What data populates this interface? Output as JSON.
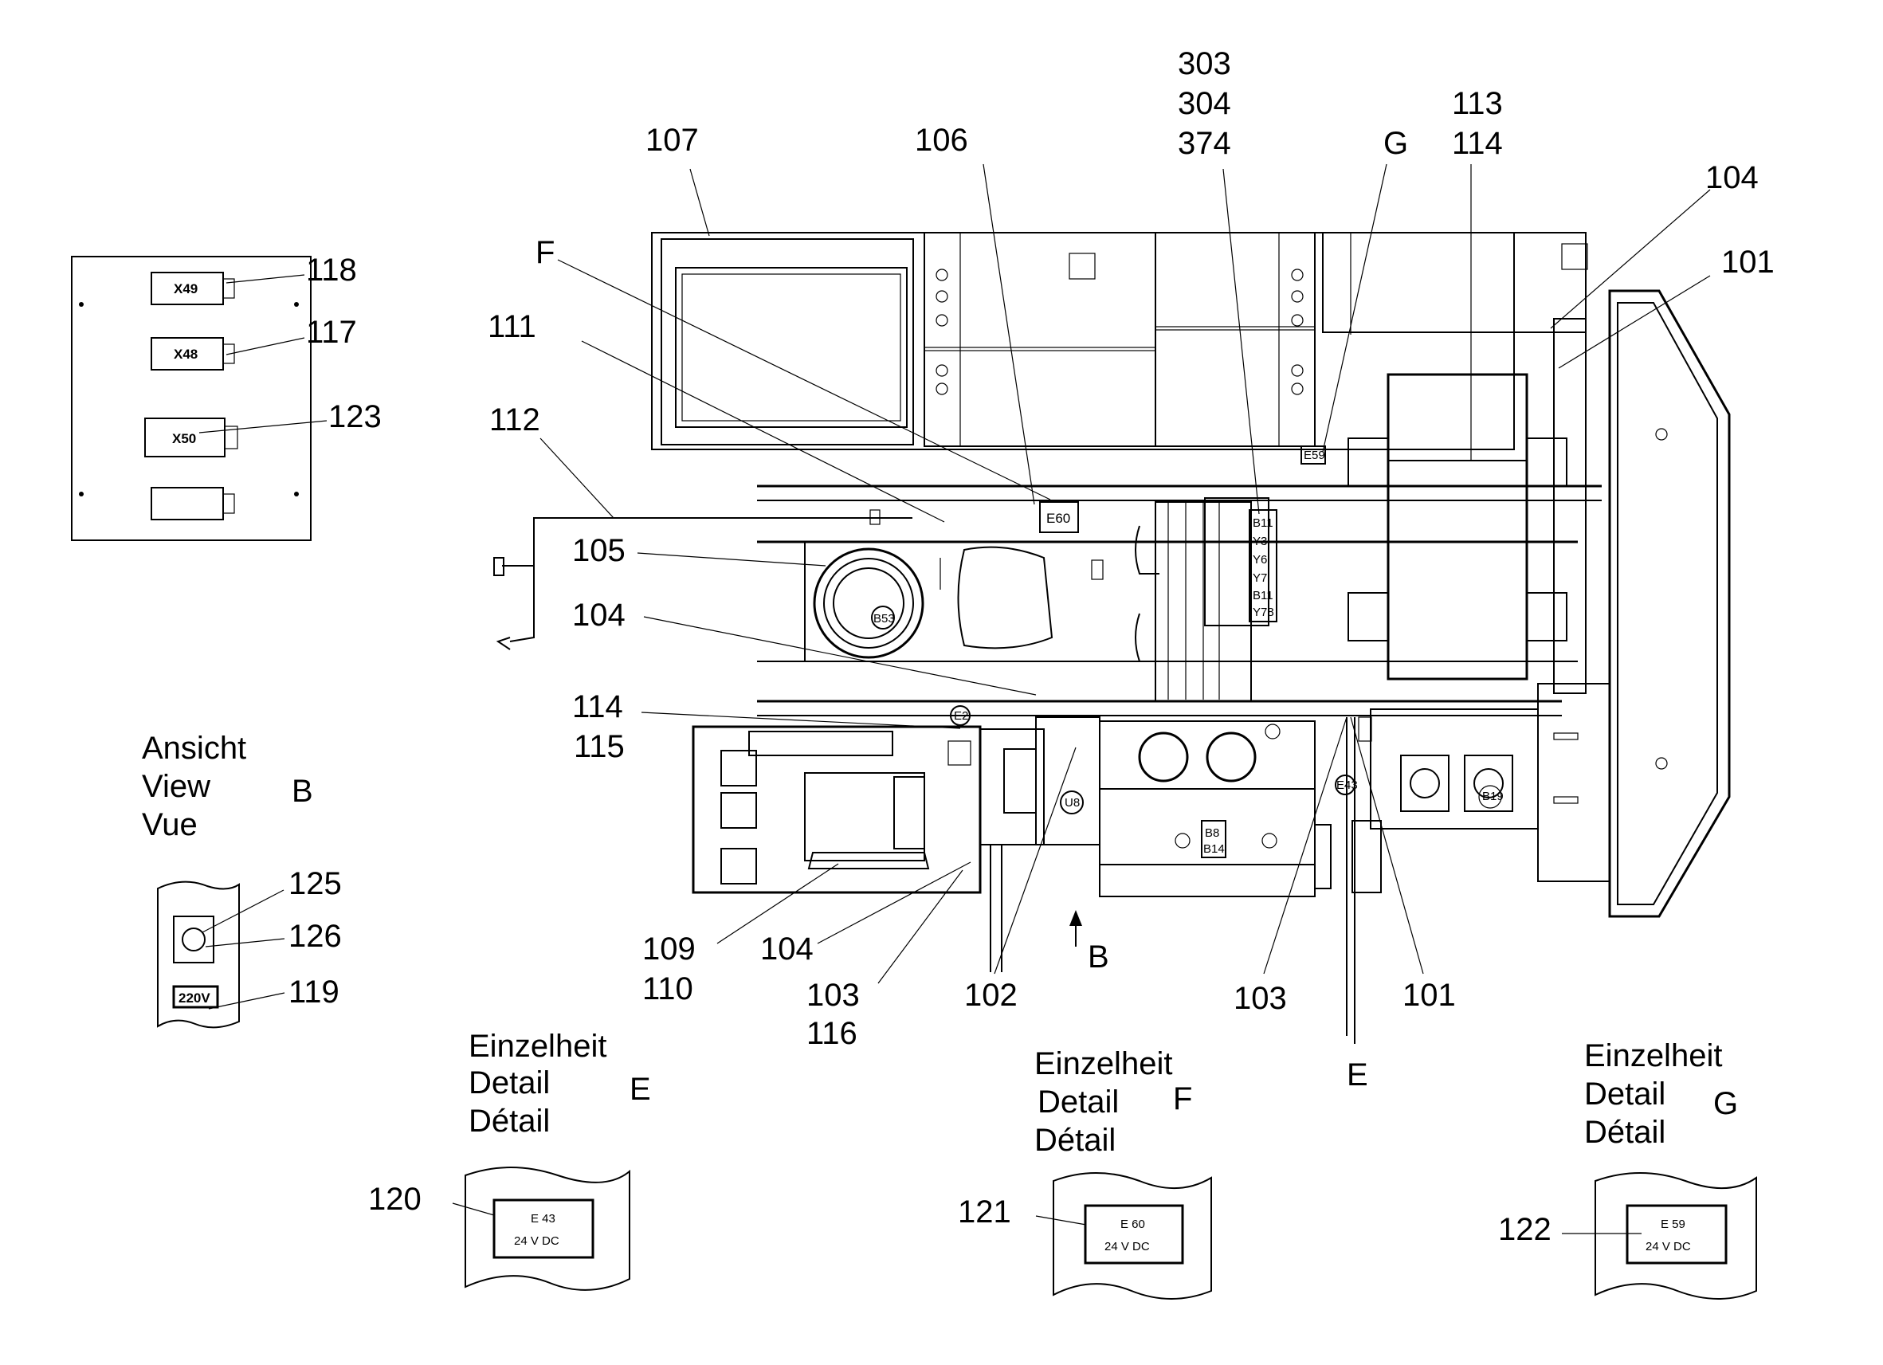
{
  "callouts": {
    "c101a": "101",
    "c101b": "101",
    "c102": "102",
    "c103a": "103",
    "c103b": "103",
    "c104a": "104",
    "c104b": "104",
    "c104c": "104",
    "c105": "105",
    "c106": "106",
    "c107": "107",
    "c109": "109",
    "c110": "110",
    "c111": "111",
    "c112": "112",
    "c113": "113",
    "c114a": "114",
    "c114b": "114",
    "c115": "115",
    "c116": "116",
    "c117": "117",
    "c118": "118",
    "c119": "119",
    "c120": "120",
    "c121": "121",
    "c122": "122",
    "c123": "123",
    "c125": "125",
    "c126": "126",
    "c303": "303",
    "c304": "304",
    "c374": "374"
  },
  "letters": {
    "F": "F",
    "G": "G",
    "E": "E",
    "B": "B"
  },
  "view_b": {
    "line1": "Ansicht",
    "line2": "View",
    "line3": "Vue",
    "letter": "B",
    "plate_label": "220V"
  },
  "details": [
    {
      "line1": "Einzelheit",
      "line2": "Detail",
      "line3": "Détail",
      "letter": "E",
      "code": "E 43",
      "voltage": "24 V  DC"
    },
    {
      "line1": "Einzelheit",
      "line2": "Detail",
      "line3": "Détail",
      "letter": "F",
      "code": "E 60",
      "voltage": "24 V  DC"
    },
    {
      "line1": "Einzelheit",
      "line2": "Detail",
      "line3": "Détail",
      "letter": "G",
      "code": "E 59",
      "voltage": "24 V  DC"
    }
  ],
  "inset_connectors": [
    "X49",
    "X48",
    "X50"
  ],
  "component_tags": {
    "e60": "E60",
    "e59": "E59",
    "e43": "E43",
    "e2": "E2",
    "b53": "B53",
    "u8": "U8",
    "b8": "B8",
    "b14": "B14",
    "b19": "B19",
    "valve_labels": [
      "B11",
      "Y3",
      "Y6",
      "Y7",
      "B11",
      "Y78"
    ]
  }
}
